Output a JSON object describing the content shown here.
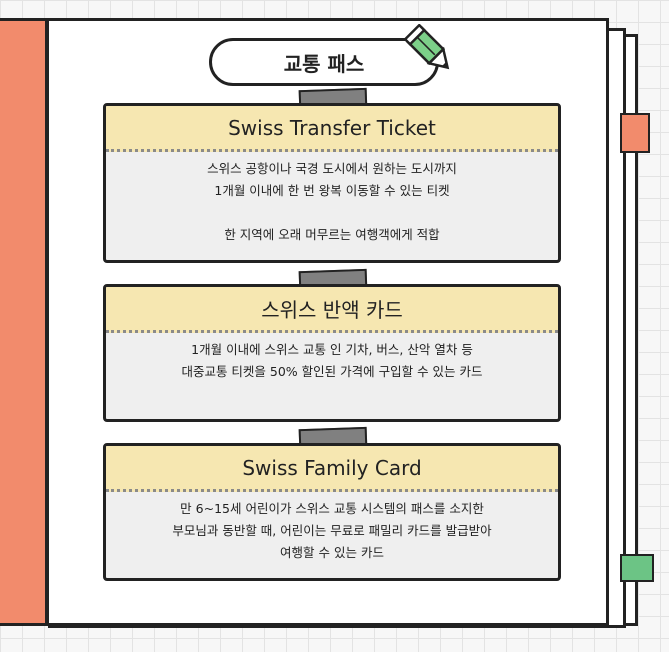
{
  "title": "교통 패스",
  "cards": [
    {
      "heading": "Swiss Transfer Ticket",
      "lines": [
        "스위스 공항이나 국경 도시에서 원하는 도시까지",
        "1개월 이내에 한 번 왕복 이동할 수 있는 티켓"
      ],
      "note": "한 지역에 오래 머무르는 여행객에게 적합"
    },
    {
      "heading": "스위스 반액 카드",
      "lines": [
        "1개월 이내에 스위스 교통 인 기차, 버스, 산악 열차 등",
        "대중교통 티켓을 50% 할인된 가격에 구입할 수 있는 카드"
      ]
    },
    {
      "heading": "Swiss Family Card",
      "lines": [
        "만 6~15세 어린이가 스위스 교통 시스템의 패스를 소지한",
        "부모님과 동반할 때, 어린이는 무료로 패밀리 카드를 발급받아",
        "여행할 수 있는 카드"
      ]
    }
  ],
  "icons": {
    "pencil": "pencil-icon"
  },
  "colors": {
    "spine": "#f28b6c",
    "tab_green": "#6cc485",
    "header": "#f6e7b1"
  }
}
